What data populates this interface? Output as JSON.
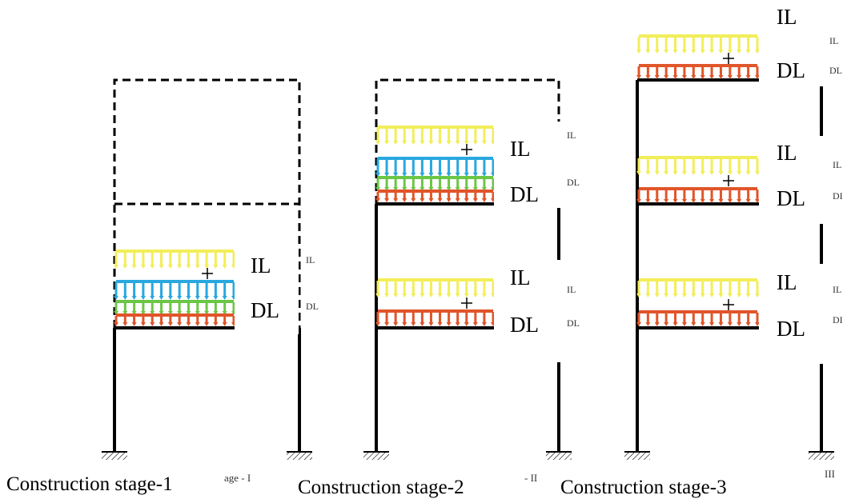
{
  "stages": [
    {
      "caption": "Construction stage-1",
      "ghost_caption": "age - I",
      "labels": {
        "il": "IL",
        "dl": "DL",
        "il_small": "IL",
        "dl_small": "DL"
      }
    },
    {
      "caption": "Construction stage-2",
      "ghost_caption": "- II",
      "labels": {
        "upper_il": "IL",
        "upper_dl": "DL",
        "upper_il_small": "IL",
        "upper_dl_small": "DL",
        "lower_il": "IL",
        "lower_dl": "DL",
        "lower_il_small": "IL",
        "lower_dl_small": "DL"
      }
    },
    {
      "caption": "Construction stage-3",
      "ghost_caption": "III",
      "labels": {
        "top_il": "IL",
        "top_dl": "DL",
        "top_il_small": "IL",
        "top_dl_small": "DL",
        "mid_il": "IL",
        "mid_dl": "DL",
        "mid_il_small": "IL",
        "mid_dl_small": "DI",
        "low_il": "IL",
        "low_dl": "DL",
        "low_il_small": "IL",
        "low_dl_small": "DI"
      }
    }
  ],
  "colors": {
    "imposed_load": "#f2ee5a",
    "dead_load_formwork": "#29a8df",
    "dead_load_green": "#6cc646",
    "dead_load_red": "#e0552a",
    "frame": "#000000"
  }
}
